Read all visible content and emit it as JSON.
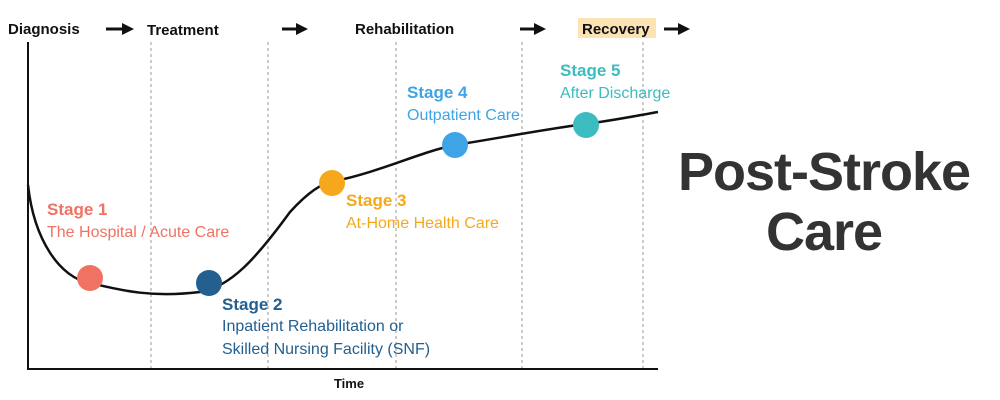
{
  "phases": [
    "Diagnosis",
    "Treatment",
    "Rehabilitation",
    "Recovery"
  ],
  "highlight_color": "#fbe3b4",
  "x_axis_label": "Time",
  "stages": [
    {
      "title": "Stage 1",
      "lines": [
        "The Hospital / Acute Care"
      ],
      "color": "#f07263"
    },
    {
      "title": "Stage 2",
      "lines": [
        "Inpatient Rehabilitation or",
        "Skilled Nursing Facility (SNF)"
      ],
      "color": "#23608f"
    },
    {
      "title": "Stage 3",
      "lines": [
        "At-Home Health Care"
      ],
      "color": "#f5a81c"
    },
    {
      "title": "Stage 4",
      "lines": [
        "Outpatient Care"
      ],
      "color": "#3fa4e6"
    },
    {
      "title": "Stage 5",
      "lines": [
        "After Discharge"
      ],
      "color": "#3cbcbf"
    }
  ],
  "title_lines": [
    "Post-Stroke",
    "Care"
  ]
}
